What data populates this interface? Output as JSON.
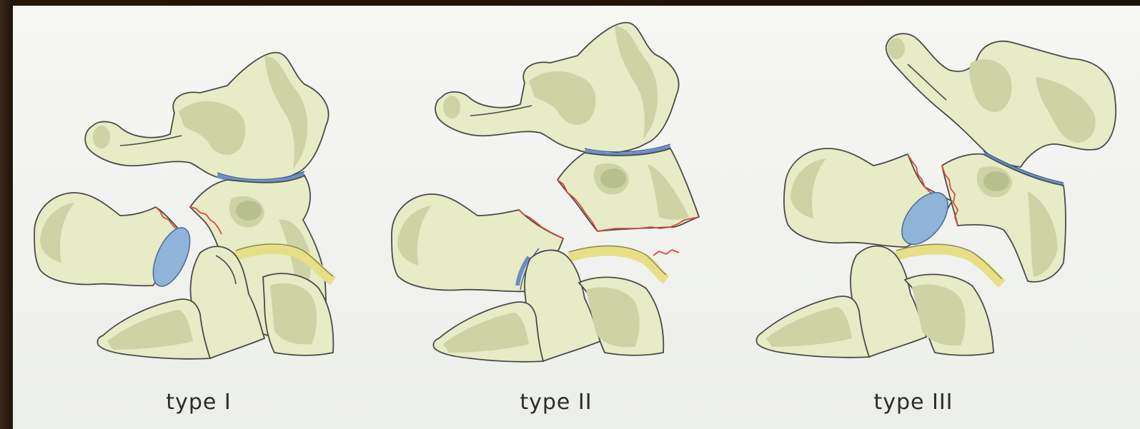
{
  "figure": {
    "panels": [
      {
        "caption": "type I"
      },
      {
        "caption": "type II"
      },
      {
        "caption": "type III"
      }
    ],
    "colors": {
      "background": "#f3f4f1",
      "bone": "#e7ebc6",
      "bone_shadow": "#cdd3a4",
      "disc": "#8fb4d8",
      "ligament_blue": "#6a8fc7",
      "ligament_yellow": "#e6df86",
      "fracture_line": "#d84a3a",
      "frame": "#2a1c10"
    }
  }
}
